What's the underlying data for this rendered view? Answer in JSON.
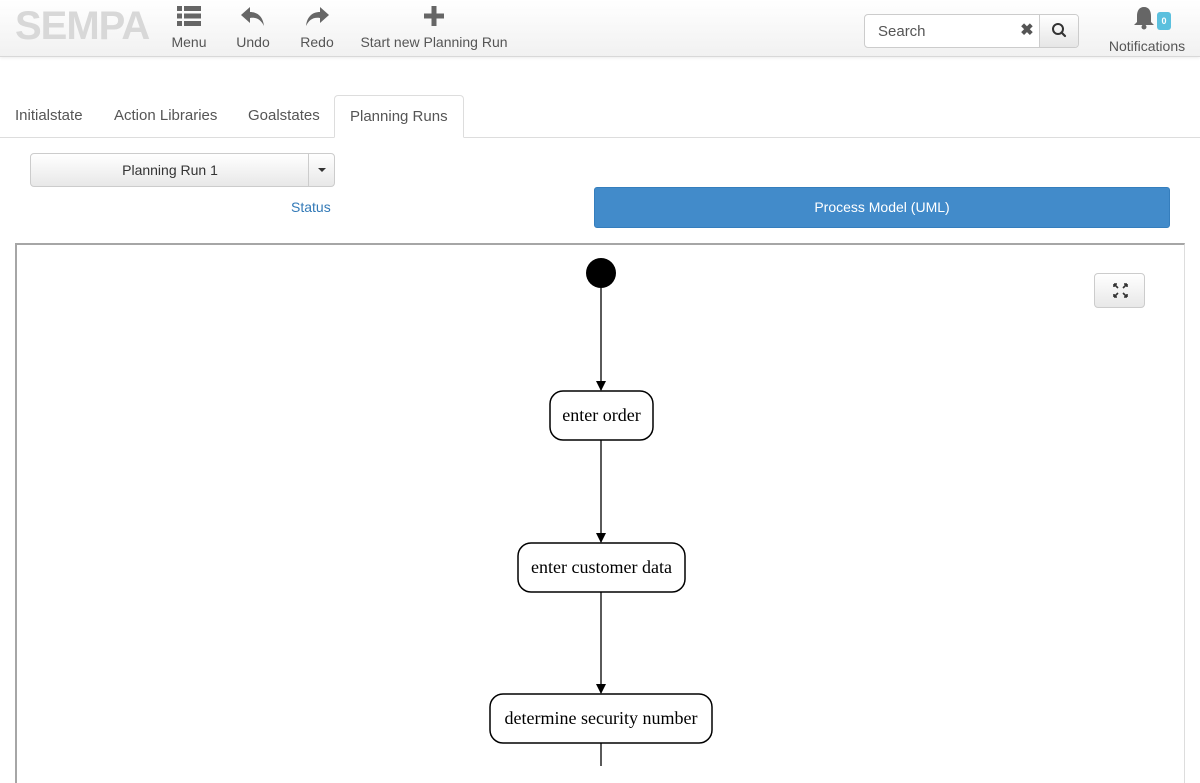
{
  "app": {
    "brand": "SEMPA"
  },
  "toolbar": {
    "menu_label": "Menu",
    "undo_label": "Undo",
    "redo_label": "Redo",
    "new_run_label": "Start new Planning Run"
  },
  "search": {
    "placeholder": "Search",
    "value": ""
  },
  "notifications": {
    "label": "Notifications",
    "count": "0"
  },
  "tabs": [
    {
      "label": "Initialstate",
      "active": false
    },
    {
      "label": "Action Libraries",
      "active": false
    },
    {
      "label": "Goalstates",
      "active": false
    },
    {
      "label": "Planning Runs",
      "active": true
    }
  ],
  "planning_run": {
    "selected": "Planning Run 1"
  },
  "views": {
    "status_label": "Status",
    "process_model_label": "Process Model (UML)"
  },
  "diagram": {
    "nodes": [
      {
        "label": "enter order"
      },
      {
        "label": "enter customer data"
      },
      {
        "label": "determine security number"
      }
    ]
  },
  "colors": {
    "primary": "#428bca",
    "link": "#337ab7",
    "badge": "#5bc0de",
    "brand": "#d8d8d8"
  },
  "icons": [
    "menu-icon",
    "undo-icon",
    "redo-icon",
    "plus-icon",
    "clear-icon",
    "search-icon",
    "bell-icon",
    "fullscreen-icon"
  ]
}
